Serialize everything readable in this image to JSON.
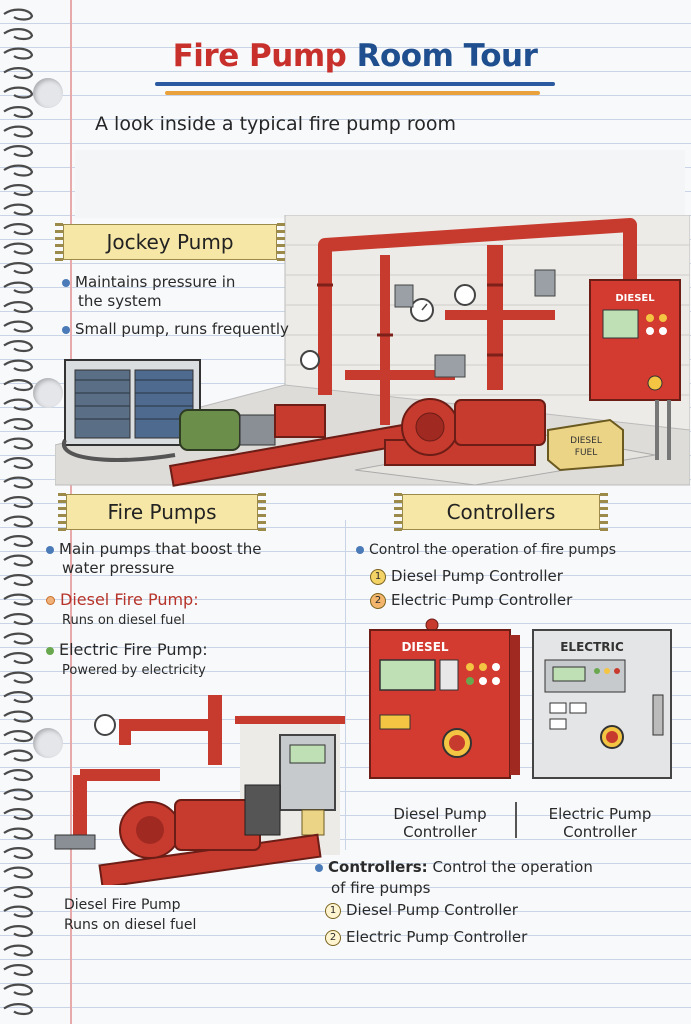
{
  "title": {
    "part1": "Fire Pump",
    "part2": "Room Tour"
  },
  "subtitle": "A look inside a typical fire pump room",
  "jockey": {
    "heading": "Jockey Pump",
    "bullet1_line1": "Maintains pressure in",
    "bullet1_line2": "the system",
    "bullet2": "Small pump, runs frequently"
  },
  "illustration_top": {
    "panel_label": "DIESEL",
    "tank_line1": "DIESEL",
    "tank_line2": "FUEL"
  },
  "fire_pumps": {
    "heading": "Fire Pumps",
    "bullet1_line1": "Main pumps that boost the",
    "bullet1_line2": "water pressure",
    "diesel_title": "Diesel Fire Pump:",
    "diesel_desc": "Runs on diesel fuel",
    "electric_title": "Electric Fire Pump:",
    "electric_desc": "Powered by electricity",
    "caption_line1": "Diesel Fire Pump",
    "caption_line2": "Runs on diesel fuel"
  },
  "controllers": {
    "heading": "Controllers",
    "bullet1": "Control the operation of fire pumps",
    "item1_num": "1",
    "item1": "Diesel Pump Controller",
    "item2_num": "2",
    "item2": "Electric Pump Controller",
    "diesel_panel_label": "DIESEL",
    "electric_panel_label": "ELECTRIC",
    "diesel_caption_line1": "Diesel Pump",
    "diesel_caption_line2": "Controller",
    "electric_caption_line1": "Electric Pump",
    "electric_caption_line2": "Controller",
    "bottom_bold": "Controllers:",
    "bottom_text1": "Control the operation",
    "bottom_text2": "of fire pumps",
    "bottom_item1_num": "1",
    "bottom_item1": "Diesel Pump Controller",
    "bottom_item2_num": "2",
    "bottom_item2": "Electric Pump Controller"
  },
  "colors": {
    "red": "#c8302c",
    "blue": "#1f4f8f",
    "banner": "#f6e7a6",
    "pipe": "#c73a2e"
  }
}
